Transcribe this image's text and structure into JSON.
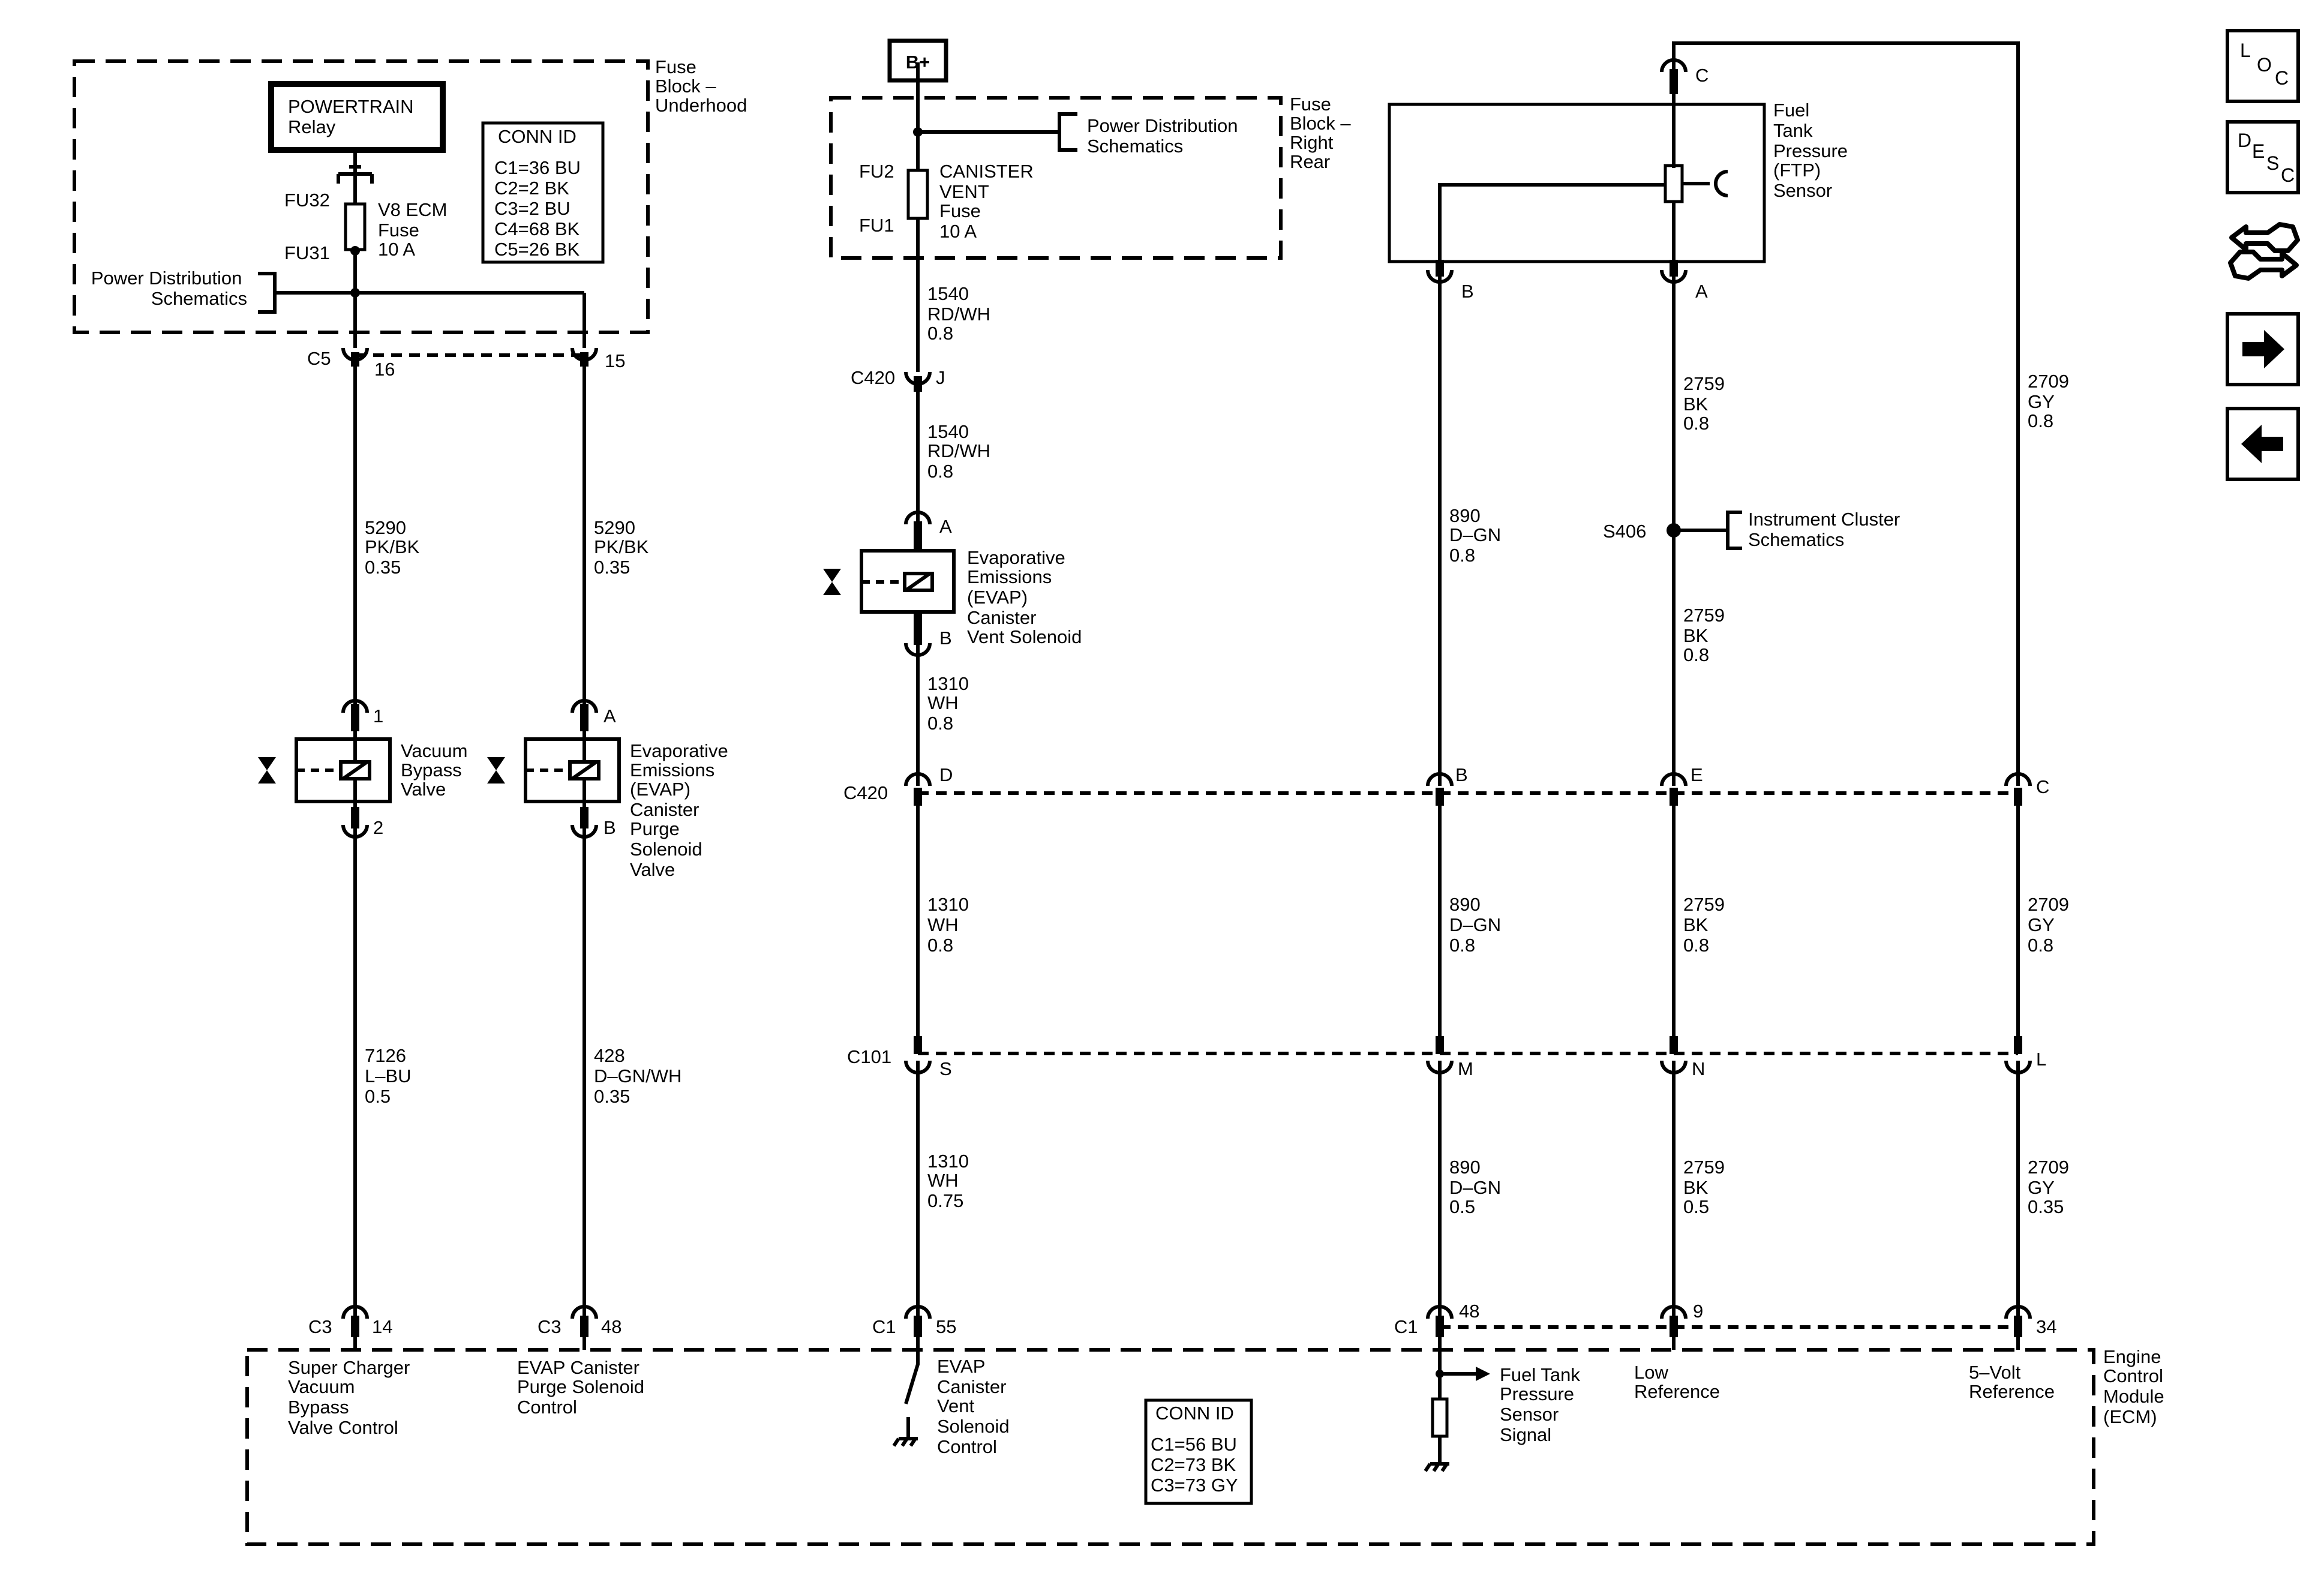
{
  "fuse_block_underhood": {
    "label": [
      "Fuse",
      "Block –",
      "Underhood"
    ],
    "powertrain_relay": [
      "POWERTRAIN",
      "Relay"
    ],
    "conn_id_title": "CONN ID",
    "conn_ids": [
      "C1=36 BU",
      "C2=2 BK",
      "C3=2 BU",
      "C4=68 BK",
      "C5=26 BK"
    ],
    "fu32": "FU32",
    "fu31": "FU31",
    "fuse_label": [
      "V8 ECM",
      "Fuse",
      "10 A"
    ],
    "power_distribution": [
      "Power Distribution",
      "Schematics"
    ]
  },
  "fuse_block_right_rear": {
    "label": [
      "Fuse",
      "Block –",
      "Right",
      "Rear"
    ],
    "battery": "B+",
    "fu2": "FU2",
    "fu1": "FU1",
    "fuse_label": [
      "CANISTER",
      "VENT",
      "Fuse",
      "10 A"
    ],
    "power_distribution": [
      "Power Distribution",
      "Schematics"
    ]
  },
  "ftp_sensor": {
    "label": [
      "Fuel",
      "Tank",
      "Pressure",
      "(FTP)",
      "Sensor"
    ]
  },
  "connectors": {
    "c5": "C5",
    "c5_pin_16": "16",
    "c5_pin_15": "15",
    "c420": "C420",
    "c420_j": "J",
    "c420_row": "C420",
    "c420_d": "D",
    "c420_b": "B",
    "c420_e": "E",
    "c420_c": "C",
    "c101": "C101",
    "c101_s": "S",
    "c101_m": "M",
    "c101_n": "N",
    "c101_l": "L",
    "c3_a": "C3",
    "c3_pin_14": "14",
    "c3_b": "C3",
    "c3_pin_48": "48",
    "c1_a": "C1",
    "c1_pin_55": "55",
    "c1_b": "C1",
    "c1_pin_48": "48",
    "c1_pin_9": "9",
    "c1_pin_34": "34",
    "ftp_b": "B",
    "ftp_a": "A",
    "ftp_c": "C",
    "splice": "S406"
  },
  "components": {
    "vacuum_bypass": {
      "label": [
        "Vacuum",
        "Bypass",
        "Valve"
      ],
      "pin_top": "1",
      "pin_bottom": "2"
    },
    "evap_purge": {
      "label": [
        "Evaporative",
        "Emissions",
        "(EVAP)",
        "Canister",
        "Purge",
        "Solenoid",
        "Valve"
      ],
      "pin_top": "A",
      "pin_bottom": "B"
    },
    "evap_vent": {
      "label": [
        "Evaporative",
        "Emissions",
        "(EVAP)",
        "Canister",
        "Vent Solenoid"
      ],
      "pin_top": "A",
      "pin_bottom": "B"
    },
    "instrument_cluster": [
      "Instrument Cluster",
      "Schematics"
    ]
  },
  "wires": {
    "w5290a": [
      "5290",
      "PK/BK",
      "0.35"
    ],
    "w5290b": [
      "5290",
      "PK/BK",
      "0.35"
    ],
    "w7126": [
      "7126",
      "L–BU",
      "0.5"
    ],
    "w428": [
      "428",
      "D–GN/WH",
      "0.35"
    ],
    "w1540a": [
      "1540",
      "RD/WH",
      "0.8"
    ],
    "w1540b": [
      "1540",
      "RD/WH",
      "0.8"
    ],
    "w1310a": [
      "1310",
      "WH",
      "0.8"
    ],
    "w1310b": [
      "1310",
      "WH",
      "0.8"
    ],
    "w1310c": [
      "1310",
      "WH",
      "0.75"
    ],
    "w890a": [
      "890",
      "D–GN",
      "0.8"
    ],
    "w890b": [
      "890",
      "D–GN",
      "0.8"
    ],
    "w890c": [
      "890",
      "D–GN",
      "0.5"
    ],
    "w2759a": [
      "2759",
      "BK",
      "0.8"
    ],
    "w2759b": [
      "2759",
      "BK",
      "0.8"
    ],
    "w2759c": [
      "2759",
      "BK",
      "0.8"
    ],
    "w2759d": [
      "2759",
      "BK",
      "0.5"
    ],
    "w2709a": [
      "2709",
      "GY",
      "0.8"
    ],
    "w2709b": [
      "2709",
      "GY",
      "0.8"
    ],
    "w2709c": [
      "2709",
      "GY",
      "0.35"
    ]
  },
  "ecm": {
    "label": [
      "Engine",
      "Control",
      "Module",
      "(ECM)"
    ],
    "super_charger": [
      "Super Charger",
      "Vacuum",
      "Bypass",
      "Valve Control"
    ],
    "evap_purge_control": [
      "EVAP Canister",
      "Purge Solenoid",
      "Control"
    ],
    "evap_vent_control": [
      "EVAP",
      "Canister",
      "Vent",
      "Solenoid",
      "Control"
    ],
    "ftp_signal": [
      "Fuel Tank",
      "Pressure",
      "Sensor",
      "Signal"
    ],
    "low_reference": [
      "Low",
      "Reference"
    ],
    "five_volt": [
      "5–Volt",
      "Reference"
    ],
    "conn_id_title": "CONN ID",
    "conn_ids": [
      "C1=56 BU",
      "C2=73 BK",
      "C3=73 GY"
    ]
  },
  "nav": {
    "loc": [
      "L",
      "O",
      "C"
    ],
    "desc": [
      "D",
      "E",
      "S",
      "C"
    ],
    "connector_icon": "connector-icon",
    "next_icon": "arrow-right-icon",
    "prev_icon": "arrow-left-icon"
  }
}
